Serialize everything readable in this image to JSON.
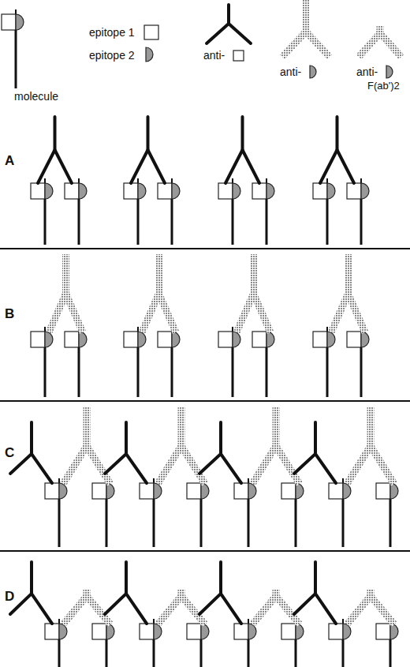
{
  "diagram": {
    "labels": [
      "molecule",
      "epitope 1",
      "epitope 2",
      "anti-",
      "anti-",
      "anti-",
      "F(ab')2",
      "A",
      "B",
      "C",
      "D"
    ]
  }
}
